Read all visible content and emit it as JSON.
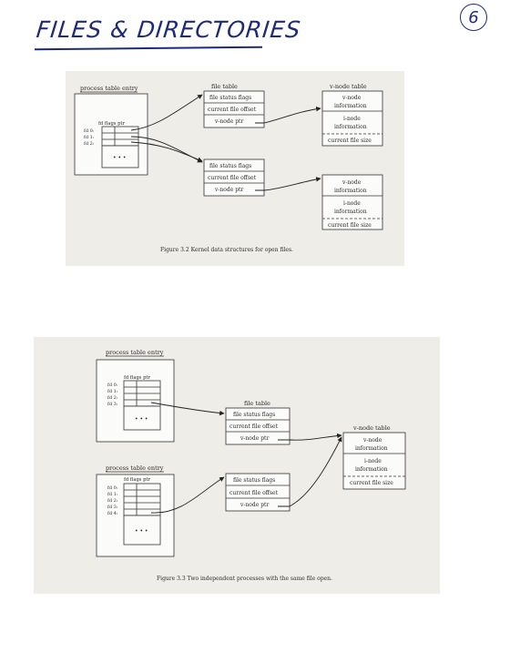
{
  "heading": {
    "text": "FILES & DIRECTORIES",
    "page_number": "6"
  },
  "figure32": {
    "process_table_entry": "process table entry",
    "fd_header": "fd flags  ptr",
    "fds": [
      "fd 0:",
      "fd 1:",
      "fd 2:"
    ],
    "ellipsis": "• • •",
    "file_table_label": "file table",
    "file_status_flags": "file status flags",
    "current_file_offset": "current file offset",
    "vnode_ptr": "v-node ptr",
    "vnode_table_label": "v-node table",
    "vnode": "v-node",
    "information": "information",
    "inode": "i-node",
    "current_file_size": "current file size",
    "caption": "Figure 3.2   Kernel data structures for open files."
  },
  "figure33": {
    "process_table_entry": "process table entry",
    "fd_header": "fd flags  ptr",
    "fds_top": [
      "fd 0:",
      "fd 1:",
      "fd 2:",
      "fd 3:"
    ],
    "fds_bottom": [
      "fd 0:",
      "fd 1:",
      "fd 2:",
      "fd 3:",
      "fd 4:"
    ],
    "ellipsis": "• • •",
    "file_table_label": "file table",
    "file_status_flags": "file status flags",
    "current_file_offset": "current file offset",
    "vnode_ptr": "v-node ptr",
    "vnode_table_label": "v-node table",
    "vnode": "v-node",
    "information": "information",
    "inode": "i-node",
    "current_file_size": "current file size",
    "caption": "Figure 3.3   Two independent processes with the same file open."
  }
}
